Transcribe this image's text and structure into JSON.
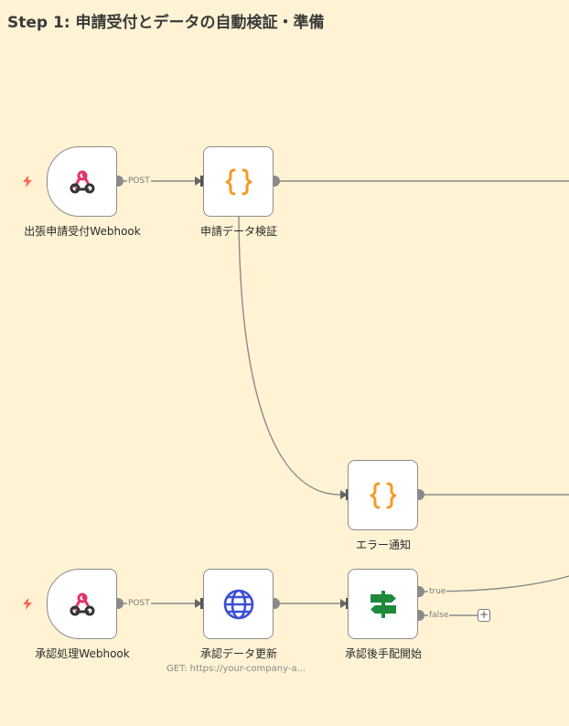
{
  "sticky": {
    "title": "Step 1: 申請受付とデータの自動検証・準備"
  },
  "nodes": {
    "webhook_trip": {
      "label": "出張申請受付Webhook",
      "icon": "webhook-icon"
    },
    "validate": {
      "label": "申請データ検証",
      "icon": "code-braces-icon"
    },
    "error_notify": {
      "label": "エラー通知",
      "icon": "code-braces-icon"
    },
    "webhook_approve": {
      "label": "承認処理Webhook",
      "icon": "webhook-icon"
    },
    "update_data": {
      "label": "承認データ更新",
      "subtitle": "GET: https://your-company-a...",
      "icon": "globe-icon"
    },
    "start_arrange": {
      "label": "承認後手配開始",
      "icon": "signpost-icon"
    }
  },
  "edges": {
    "post1": "POST",
    "post2": "POST",
    "true_label": "true",
    "false_label": "false",
    "add": "+"
  },
  "colors": {
    "canvas": "#fff3d4",
    "code": "#f59a23",
    "globe": "#3b4fd8",
    "signpost": "#1e8a3c",
    "webhook_pink": "#e0356b",
    "bolt": "#ff6a55"
  }
}
